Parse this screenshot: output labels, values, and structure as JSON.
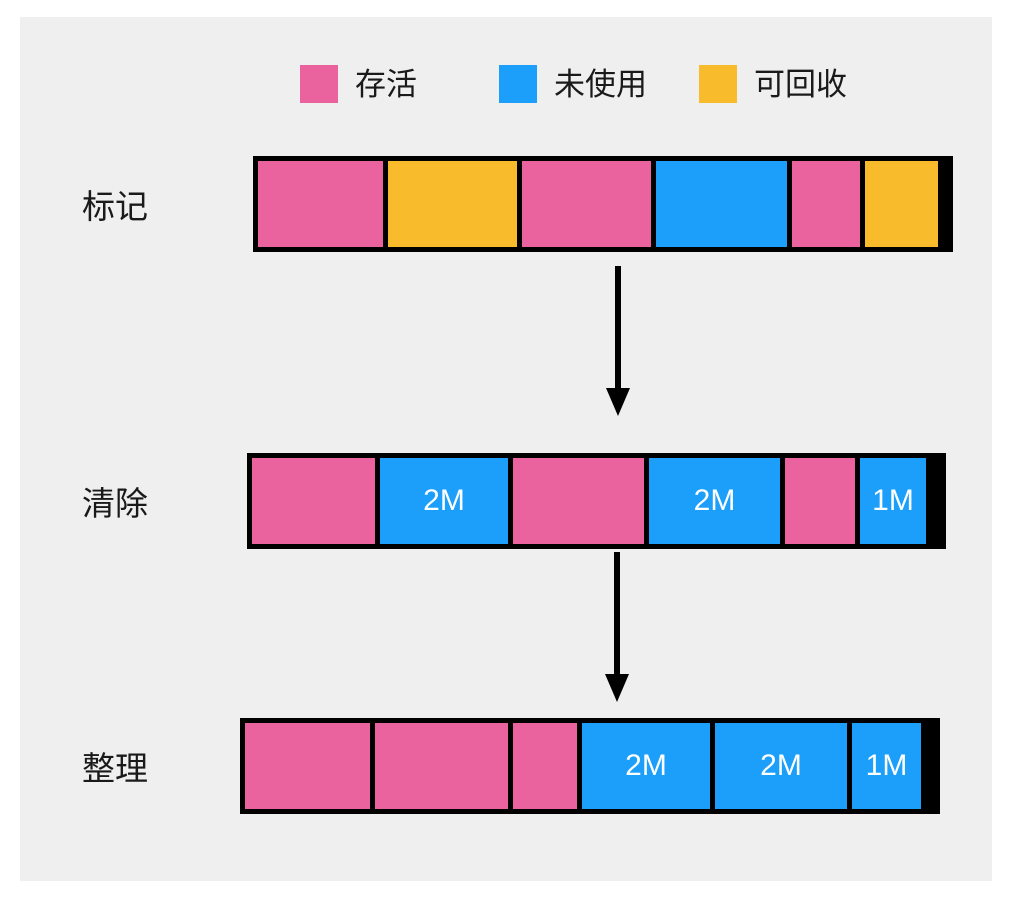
{
  "diagram": {
    "title": "GC mark-sweep-compact memory diagram",
    "background_color": "#efefef",
    "border_color": "#000000"
  },
  "colors": {
    "live": "#ea639f",
    "unused": "#1b9ffb",
    "garbage": "#f7bb2c",
    "border": "#000000",
    "text": "#1a1a1a",
    "label_on_block": "#ffffff"
  },
  "legend": {
    "items": [
      {
        "label": "存活",
        "color": "#ea639f",
        "swatch_name": "live-swatch"
      },
      {
        "label": "未使用",
        "color": "#1b9ffb",
        "swatch_name": "unused-swatch"
      },
      {
        "label": "可回收",
        "color": "#f7bb2c",
        "swatch_name": "garbage-swatch"
      }
    ]
  },
  "rows": [
    {
      "id": "mark",
      "label": "标记",
      "segments": [
        {
          "type": "live",
          "color": "#ea639f",
          "width": 130,
          "text": ""
        },
        {
          "type": "garbage",
          "color": "#f7bb2c",
          "width": 134,
          "text": ""
        },
        {
          "type": "live",
          "color": "#ea639f",
          "width": 134,
          "text": ""
        },
        {
          "type": "unused",
          "color": "#1b9ffb",
          "width": 136,
          "text": ""
        },
        {
          "type": "live",
          "color": "#ea639f",
          "width": 73,
          "text": ""
        },
        {
          "type": "garbage",
          "color": "#f7bb2c",
          "width": 73,
          "text": ""
        }
      ]
    },
    {
      "id": "sweep",
      "label": "清除",
      "segments": [
        {
          "type": "live",
          "color": "#ea639f",
          "width": 128,
          "text": ""
        },
        {
          "type": "unused",
          "color": "#1b9ffb",
          "width": 133,
          "text": "2M"
        },
        {
          "type": "live",
          "color": "#ea639f",
          "width": 136,
          "text": ""
        },
        {
          "type": "unused",
          "color": "#1b9ffb",
          "width": 136,
          "text": "2M"
        },
        {
          "type": "live",
          "color": "#ea639f",
          "width": 75,
          "text": ""
        },
        {
          "type": "unused",
          "color": "#1b9ffb",
          "width": 66,
          "text": "1M"
        }
      ]
    },
    {
      "id": "compact",
      "label": "整理",
      "segments": [
        {
          "type": "live",
          "color": "#ea639f",
          "width": 130,
          "text": ""
        },
        {
          "type": "live",
          "color": "#ea639f",
          "width": 138,
          "text": ""
        },
        {
          "type": "live",
          "color": "#ea639f",
          "width": 69,
          "text": ""
        },
        {
          "type": "unused",
          "color": "#1b9ffb",
          "width": 133,
          "text": "2M"
        },
        {
          "type": "unused",
          "color": "#1b9ffb",
          "width": 137,
          "text": "2M"
        },
        {
          "type": "unused",
          "color": "#1b9ffb",
          "width": 69,
          "text": "1M"
        }
      ]
    }
  ],
  "arrows": [
    {
      "name": "arrow-mark-to-sweep",
      "direction": "down"
    },
    {
      "name": "arrow-sweep-to-compact",
      "direction": "down"
    }
  ]
}
